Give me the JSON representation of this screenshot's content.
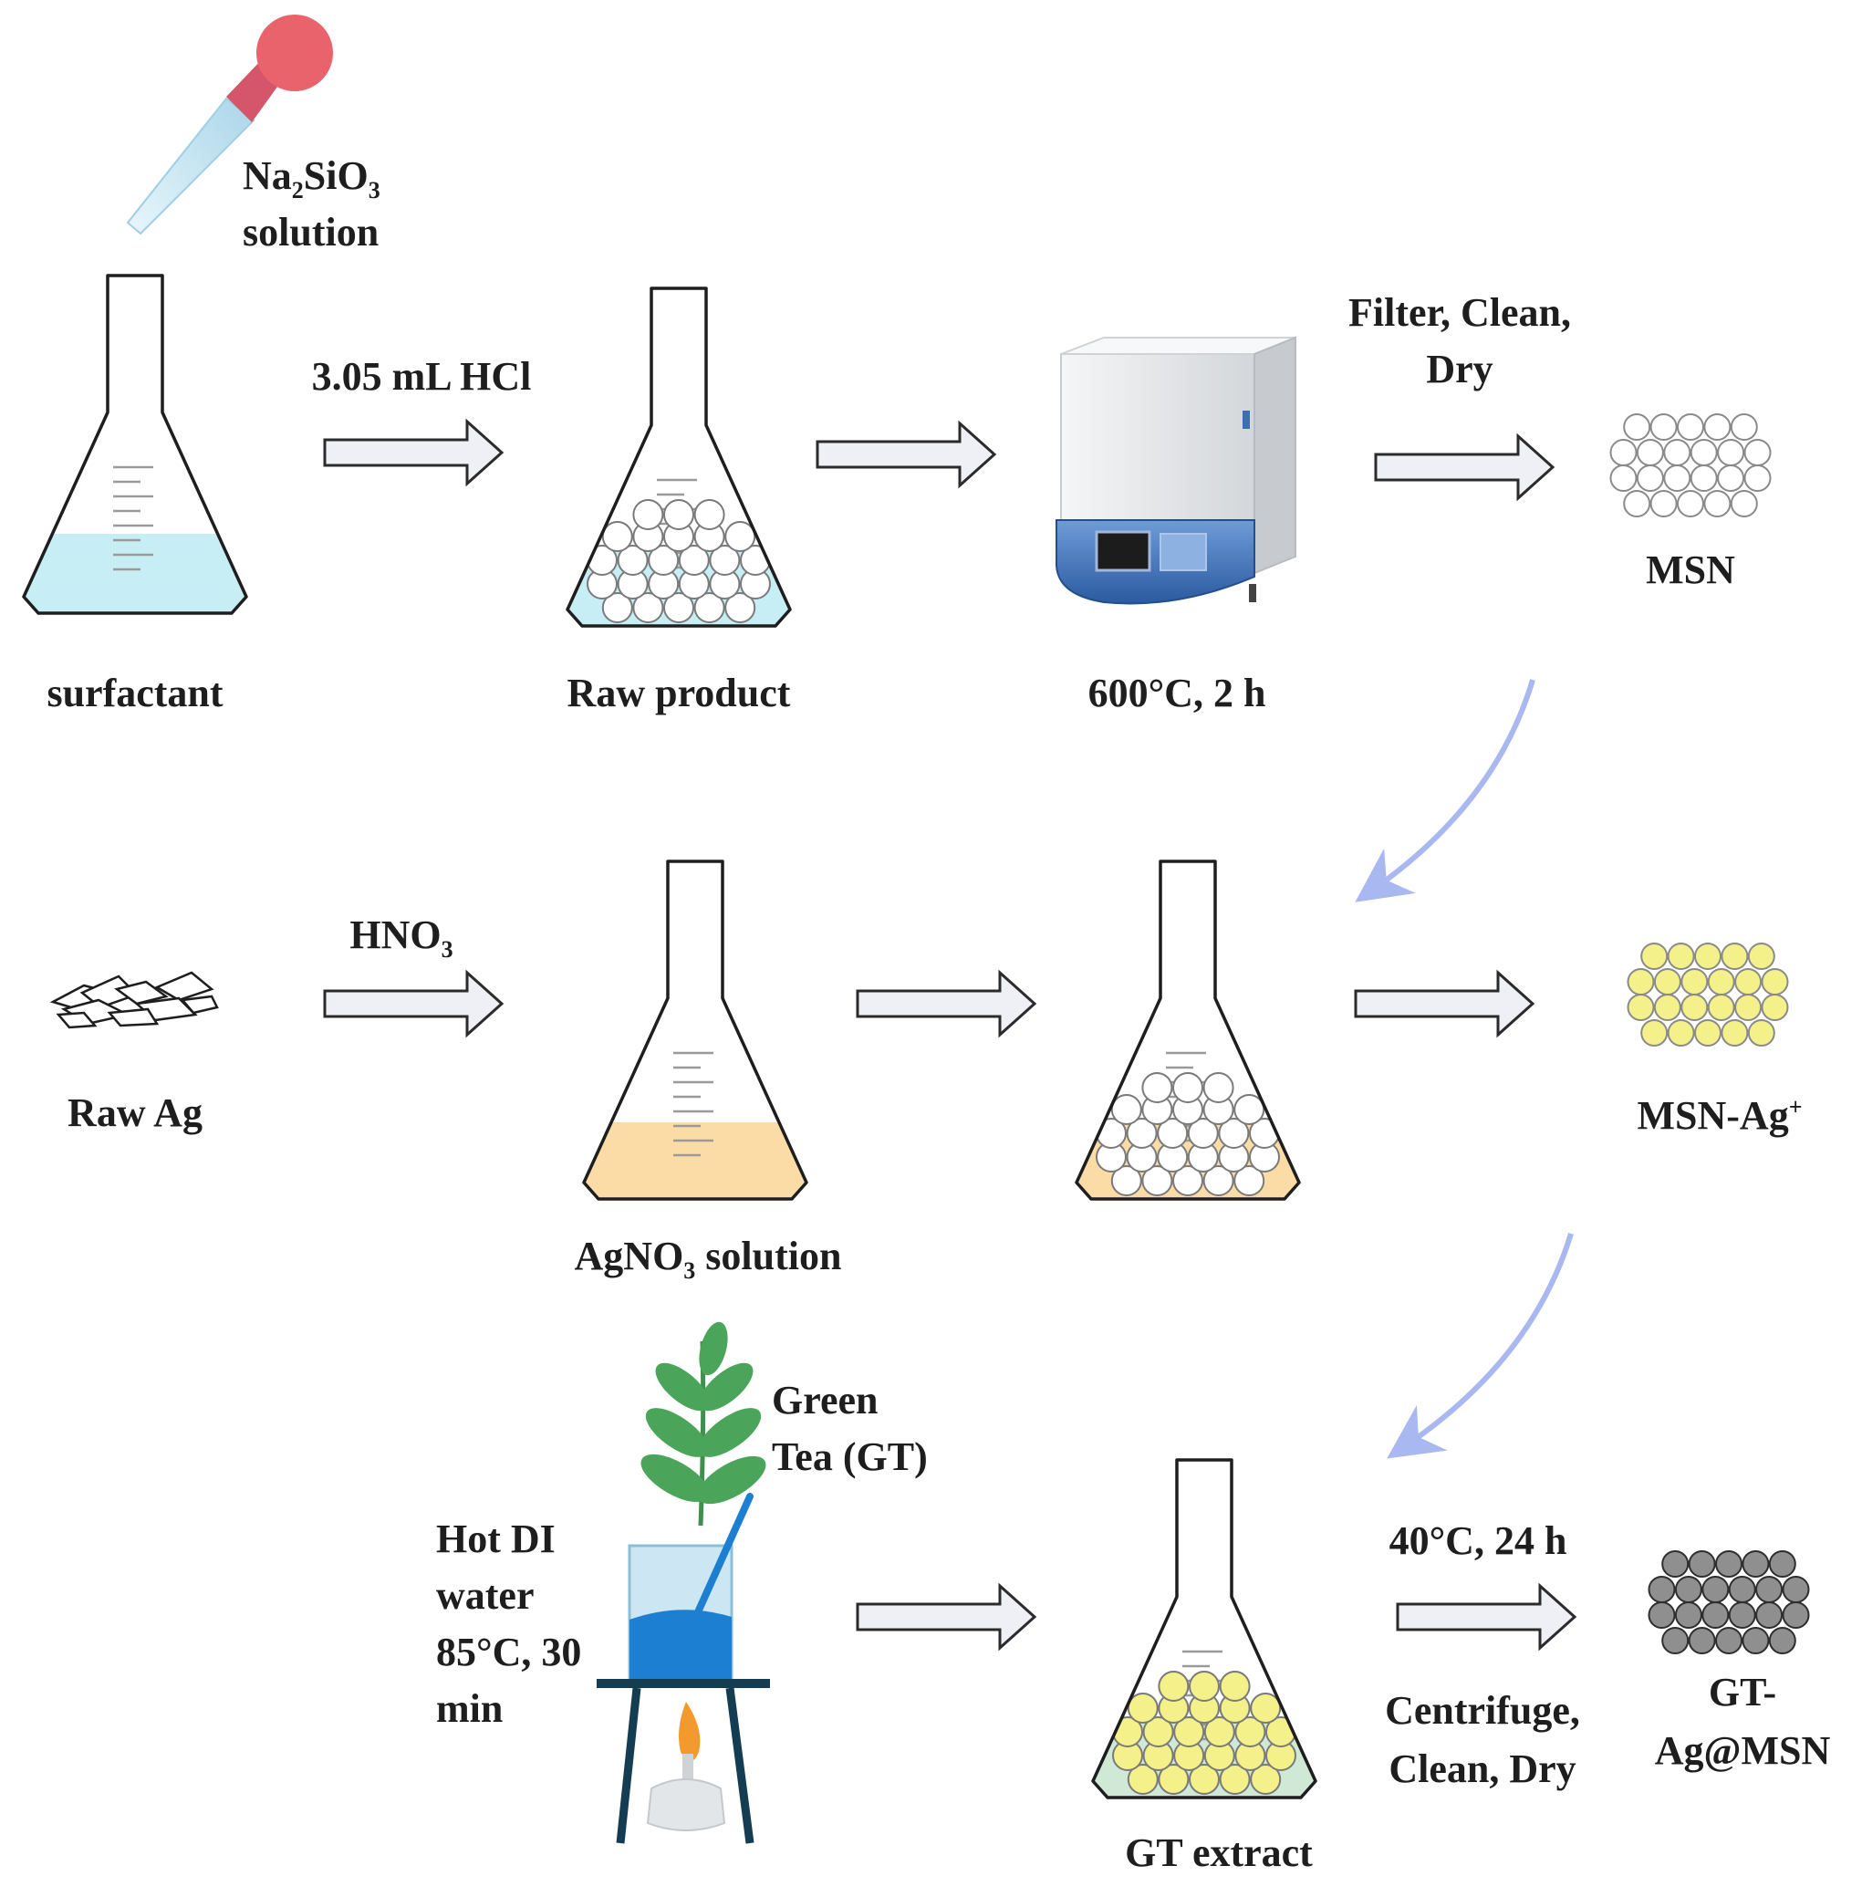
{
  "labels": {
    "na2sio3": "Na",
    "na2sio3_sub1": "2",
    "na2sio3_mid": "SiO",
    "na2sio3_sub2": "3",
    "solution_word": "solution",
    "surfactant": "surfactant",
    "hcl": "3.05 mL HCl",
    "raw_product": "Raw product",
    "furnace_condition": "600°C, 2 h",
    "filter_line1": "Filter, Clean,",
    "filter_line2": "Dry",
    "msn": "MSN",
    "hno3": "HNO",
    "hno3_sub": "3",
    "raw_ag": "Raw Ag",
    "agno3": "AgNO",
    "agno3_sub": "3",
    "agno3_suffix": " solution",
    "msn_ag": "MSN-Ag",
    "msn_ag_sup": "+",
    "green_tea_line1": "Green",
    "green_tea_line2": "Tea (GT)",
    "hot_water_line1": "Hot DI",
    "hot_water_line2": "water",
    "hot_water_line3": "85°C, 30",
    "hot_water_line4": "min",
    "gt_extract": "GT extract",
    "condition_40": "40°C, 24 h",
    "centrifuge_line1": "Centrifuge,",
    "centrifuge_line2": "Clean, Dry",
    "product_line1": "GT-",
    "product_line2": "Ag@MSN"
  },
  "colors": {
    "surfactant_liquid": "#c8eef5",
    "agno3_liquid": "#fbdca6",
    "gt_liquid": "#cfe9d6",
    "msn_sphere": "#ffffff",
    "msn_ag_sphere": "#f4f08a",
    "product_sphere": "#8f8f8f",
    "process_arrow_fill": "#eef0f5",
    "process_arrow_stroke": "#2b2b2b",
    "transfer_arrow": "#a9b8f0",
    "dropper_bulb": "#e8636b",
    "dropper_tube": "#cfe8f3",
    "furnace_body": "#eef0f2",
    "furnace_panel": "#3a6fb5",
    "leaf": "#4aa55a",
    "beaker_water": "#1d7fd1",
    "stand": "#143d52",
    "flame": "#f39a2e"
  }
}
